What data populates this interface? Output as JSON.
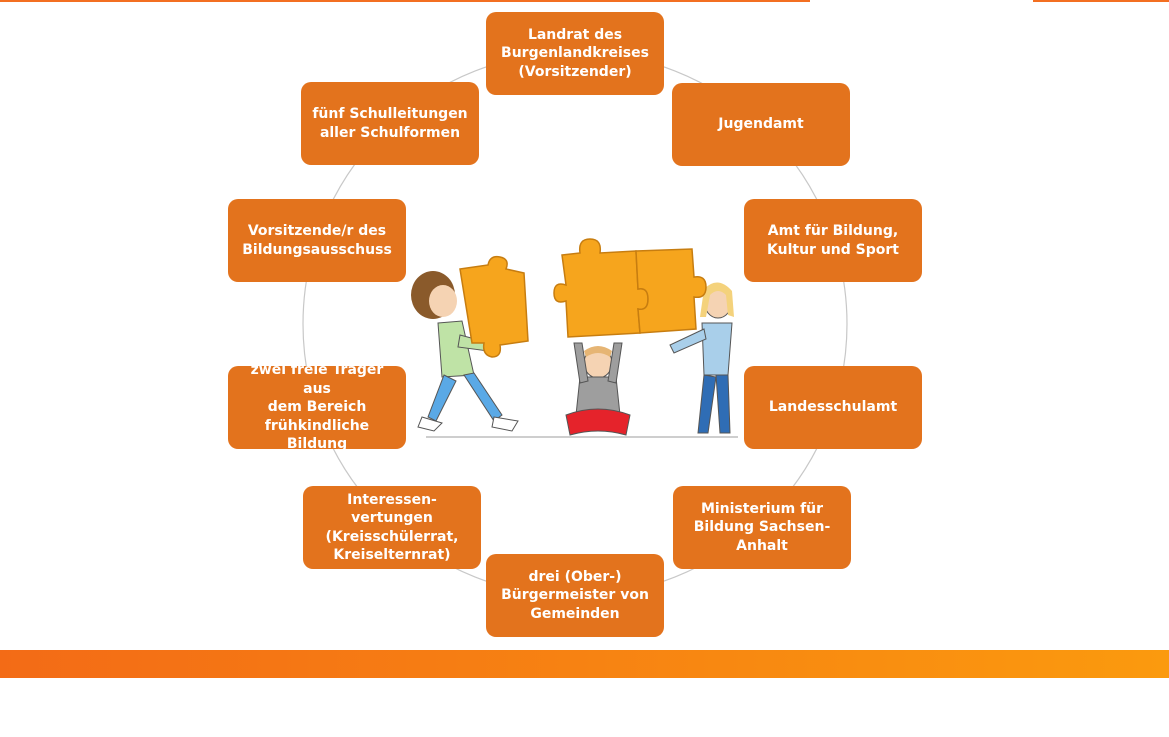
{
  "colors": {
    "accent_orange": "#F36F21",
    "box_orange": "#E3731D",
    "band_start": "#F36B16",
    "band_end": "#FB9A0E",
    "ring_gray": "#C8C8C8",
    "puzzle_yellow": "#F6A51D"
  },
  "diagram": {
    "nodes": [
      {
        "id": "landrat",
        "label": "Landrat des\nBurgenlandkreises\n(Vorsitzender)"
      },
      {
        "id": "jugendamt",
        "label": "Jugendamt"
      },
      {
        "id": "amt-bildung",
        "label": "Amt für Bildung,\nKultur und Sport"
      },
      {
        "id": "landesschulamt",
        "label": "Landesschulamt"
      },
      {
        "id": "ministerium",
        "label": "Ministerium für\nBildung Sachsen-\nAnhalt"
      },
      {
        "id": "buergermeister",
        "label": "drei (Ober-)\nBürgermeister von\nGemeinden"
      },
      {
        "id": "interessen",
        "label": "Interessen-\nvertungen\n(Kreisschülerrat,\nKreiselternrat)"
      },
      {
        "id": "freie-traeger",
        "label": "zwei freie Träger aus\ndem Bereich\nfrühkindliche\nBildung"
      },
      {
        "id": "ausschuss",
        "label": "Vorsitzende/r des\nBildungsausschuss"
      },
      {
        "id": "schulleitungen",
        "label": "fünf Schulleitungen\naller Schulformen"
      }
    ],
    "illustration_icon": "people-assembling-puzzle-icon"
  }
}
